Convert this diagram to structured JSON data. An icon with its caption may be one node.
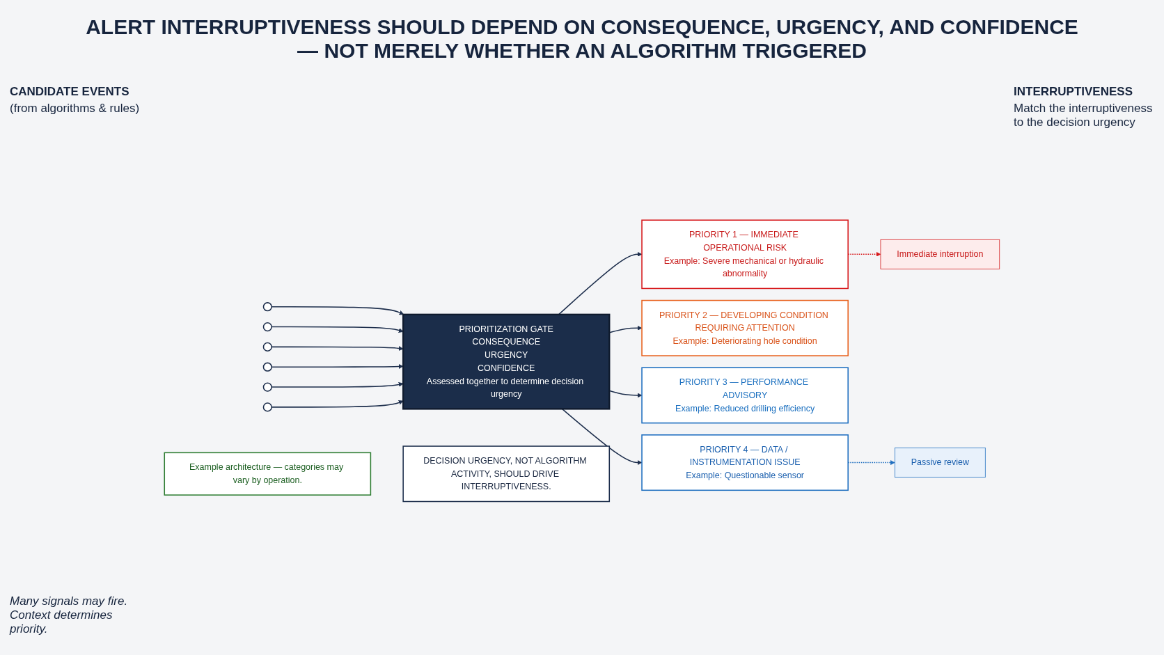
{
  "diagram": {
    "title": "ALERT INTERRUPTIVENESS SHOULD DEPEND ON CONSEQUENCE, URGENCY, AND CONFIDENCE — NOT MERELY WHETHER AN ALGORITHM TRIGGERED",
    "nodes": [
      {
        "text": [],
        "shape": "circle"
      },
      {
        "text": [],
        "shape": "circle"
      },
      {
        "text": [],
        "shape": "circle"
      },
      {
        "text": [],
        "shape": "circle"
      },
      {
        "text": [],
        "shape": "circle"
      },
      {
        "text": [],
        "shape": "circle"
      },
      {
        "text": [
          "PRIORITIZATION GATE",
          "CONSEQUENCE",
          "URGENCY",
          "CONFIDENCE",
          "Assessed together to determine decision urgency"
        ]
      },
      {
        "text": [
          "PRIORITY 1 — IMMEDIATE OPERATIONAL RISK",
          "Example: Severe mechanical or hydraulic abnormality"
        ]
      },
      {
        "text": [
          "PRIORITY 2 — DEVELOPING CONDITION REQUIRING ATTENTION",
          "Example: Deteriorating hole condition"
        ]
      },
      {
        "text": [
          "PRIORITY 3 — PERFORMANCE ADVISORY",
          "Example: Reduced drilling efficiency"
        ]
      },
      {
        "text": [
          "PRIORITY 4 — DATA / INSTRUMENTATION ISSUE",
          "Example: Questionable sensor"
        ]
      },
      {
        "text": [
          "Immediate interruption"
        ]
      },
      {
        "text": [
          "Passive review"
        ]
      },
      {
        "text": [
          "Example architecture — categories may vary by operation."
        ]
      },
      {
        "text": [
          "DECISION URGENCY, NOT ALGORITHM ACTIVITY, SHOULD DRIVE INTERRUPTIVENESS."
        ]
      }
    ],
    "edges": [
      {
        "from": 0,
        "to": 6,
        "arrow": "to"
      },
      {
        "from": 1,
        "to": 6,
        "arrow": "to"
      },
      {
        "from": 2,
        "to": 6,
        "arrow": "to"
      },
      {
        "from": 3,
        "to": 6,
        "arrow": "to"
      },
      {
        "from": 4,
        "to": 6,
        "arrow": "to"
      },
      {
        "from": 5,
        "to": 6,
        "arrow": "to"
      },
      {
        "from": 6,
        "to": 7,
        "arrow": "to"
      },
      {
        "from": 6,
        "to": 8,
        "arrow": "to"
      },
      {
        "from": 6,
        "to": 9,
        "arrow": "to"
      },
      {
        "from": 6,
        "to": 10,
        "arrow": "to"
      },
      {
        "from": 7,
        "to": 11,
        "arrow": "to",
        "style": "dashed",
        "color": "#d7191c"
      },
      {
        "from": 10,
        "to": 12,
        "arrow": "to",
        "style": "dashed",
        "color": "#1f6fc0"
      }
    ],
    "labels": [
      "CANDIDATE EVENTS",
      "(from algorithms & rules)",
      "INTERRUPTIVENESS",
      "Match the interruptiveness to the decision urgency",
      "Many signals may fire. Context determines priority."
    ]
  }
}
